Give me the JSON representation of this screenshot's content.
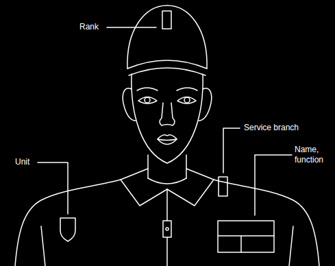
{
  "diagram": {
    "labels": [
      "Rank",
      "Service branch",
      "Name, function",
      "Unit"
    ]
  }
}
